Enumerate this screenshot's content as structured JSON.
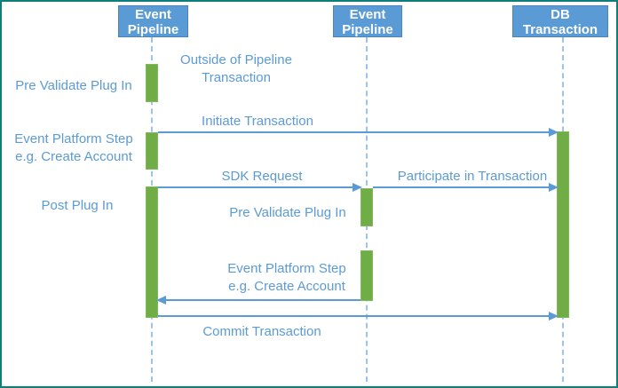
{
  "diagram": {
    "type": "sequence-diagram",
    "actors": [
      {
        "id": "event-pipeline-outer",
        "label": "Event\nPipeline"
      },
      {
        "id": "event-pipeline-inner",
        "label": "Event\nPipeline"
      },
      {
        "id": "db-transaction",
        "label": "DB\nTransaction"
      }
    ],
    "labels": {
      "pre_validate_outer": "Pre Validate Plug In",
      "outside_note": "Outside of Pipeline\nTransaction",
      "initiate": "Initiate Transaction",
      "platform_step_outer": "Event Platform Step\ne.g. Create Account",
      "sdk_request": "SDK Request",
      "participate": "Participate in Transaction",
      "post_plugin": "Post Plug In",
      "pre_validate_inner": "Pre Validate Plug In",
      "platform_step_inner": "Event Platform Step\ne.g. Create Account",
      "commit": "Commit Transaction"
    },
    "messages": [
      {
        "label": "Initiate Transaction",
        "from": "event-pipeline-outer",
        "to": "db-transaction",
        "direction": "right"
      },
      {
        "label": "SDK Request",
        "from": "event-pipeline-outer",
        "to": "event-pipeline-inner",
        "direction": "right"
      },
      {
        "label": "Participate in Transaction",
        "from": "event-pipeline-inner",
        "to": "db-transaction",
        "direction": "right"
      },
      {
        "label": "",
        "from": "event-pipeline-inner",
        "to": "event-pipeline-outer",
        "direction": "left"
      },
      {
        "label": "Commit Transaction",
        "from": "event-pipeline-outer",
        "to": "db-transaction",
        "direction": "right"
      }
    ],
    "colors": {
      "actor_fill": "#5B9BD5",
      "actor_border": "#4A84BC",
      "activation_fill": "#70AD47",
      "activation_border": "#7FB95B",
      "lifeline": "#9DC3E6",
      "arrow": "#5B9BD5",
      "label_text": "#5B9BD5",
      "frame_border": "#0E7E78"
    }
  }
}
